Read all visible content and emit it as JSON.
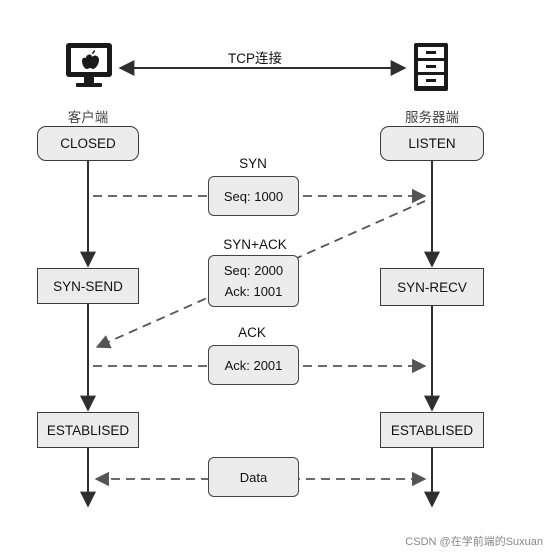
{
  "top": {
    "link_label": "TCP连接",
    "client_label": "客户端",
    "server_label": "服务器端"
  },
  "client_states": [
    "CLOSED",
    "SYN-SEND",
    "ESTABLISED"
  ],
  "server_states": [
    "LISTEN",
    "SYN-RECV",
    "ESTABLISED"
  ],
  "messages": [
    {
      "title": "SYN",
      "lines": [
        "Seq: 1000"
      ]
    },
    {
      "title": "SYN+ACK",
      "lines": [
        "Seq: 2000",
        "Ack: 1001"
      ]
    },
    {
      "title": "ACK",
      "lines": [
        "Ack: 2001"
      ]
    },
    {
      "title": "",
      "lines": [
        "Data"
      ]
    }
  ],
  "icons": {
    "client": "computer-icon",
    "server": "server-cabinet-icon"
  },
  "colors": {
    "line": "#2f2f2f",
    "dash": "#555555",
    "box_fill": "#ececec",
    "icon": "#1a1a1a"
  },
  "footer": "CSDN @在学前端的Suxuan"
}
